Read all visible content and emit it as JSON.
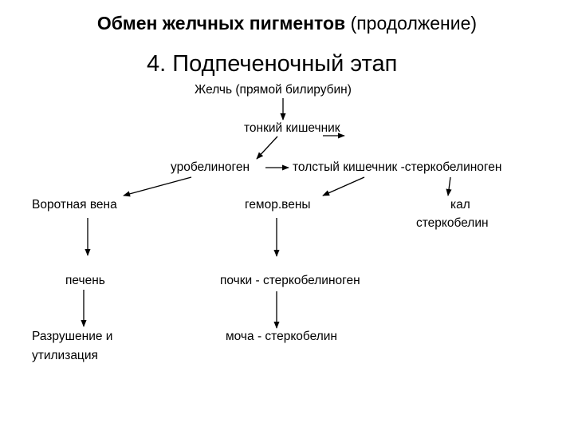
{
  "title": {
    "bold": "Обмен желчных пигментов",
    "normal": "(продолжение)"
  },
  "subtitle": "4. Подпеченочный этап",
  "nodes": {
    "bile": "Желчь (прямой билирубин)",
    "small_intestine": "тонкий кишечник",
    "urobilinogen": "уробелиноген",
    "large_intestine": "толстый кишечник -стеркобелиноген",
    "portal_vein": "Воротная вена",
    "hemor_veins": "гемор.вены",
    "feces": "кал",
    "stercobilin": "стеркобелин",
    "liver": "печень",
    "kidneys": "почки - стеркобелиноген",
    "destruction_1": "Разрушение и",
    "destruction_2": "утилизация",
    "urine": "моча - стеркобелин"
  },
  "colors": {
    "text": "#000000",
    "arrow": "#000000"
  }
}
